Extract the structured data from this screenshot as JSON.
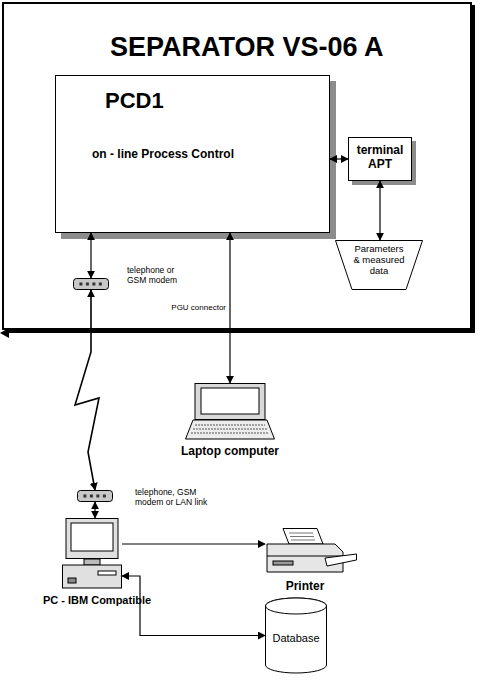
{
  "diagram": {
    "nodes": [
      {
        "text": [
          "SEPARATOR VS-06 A"
        ]
      },
      {
        "text": [
          "PCD1",
          "on - line Process Control"
        ],
        "in": 0
      },
      {
        "text": [
          "terminal APT"
        ],
        "in": 0
      },
      {
        "text": [
          "Parameters & measured data"
        ],
        "in": 0
      },
      {
        "text": [
          "telephone or GSM modem"
        ],
        "in": 0
      },
      {
        "text": [
          "Laptop computer"
        ]
      },
      {
        "text": [
          "telephone, GSM modem or LAN link"
        ]
      },
      {
        "text": [
          "PC - IBM Compatible"
        ]
      },
      {
        "text": [
          "Printer"
        ]
      },
      {
        "text": [
          "Database"
        ]
      }
    ],
    "edges": [
      {
        "from": 1,
        "to": 2,
        "arrow": "both"
      },
      {
        "from": 2,
        "to": 3,
        "arrow": "both"
      },
      {
        "from": 1,
        "to": 4,
        "arrow": "both"
      },
      {
        "from": 4,
        "to": 6,
        "arrow": "both"
      },
      {
        "from": 6,
        "to": 7,
        "arrow": "both"
      },
      {
        "from": 1,
        "to": 5,
        "label": "PGU connector",
        "arrow": "both"
      },
      {
        "from": 7,
        "to": 8,
        "arrow": "to"
      },
      {
        "from": 7,
        "to": 9,
        "arrow": "both"
      }
    ]
  }
}
